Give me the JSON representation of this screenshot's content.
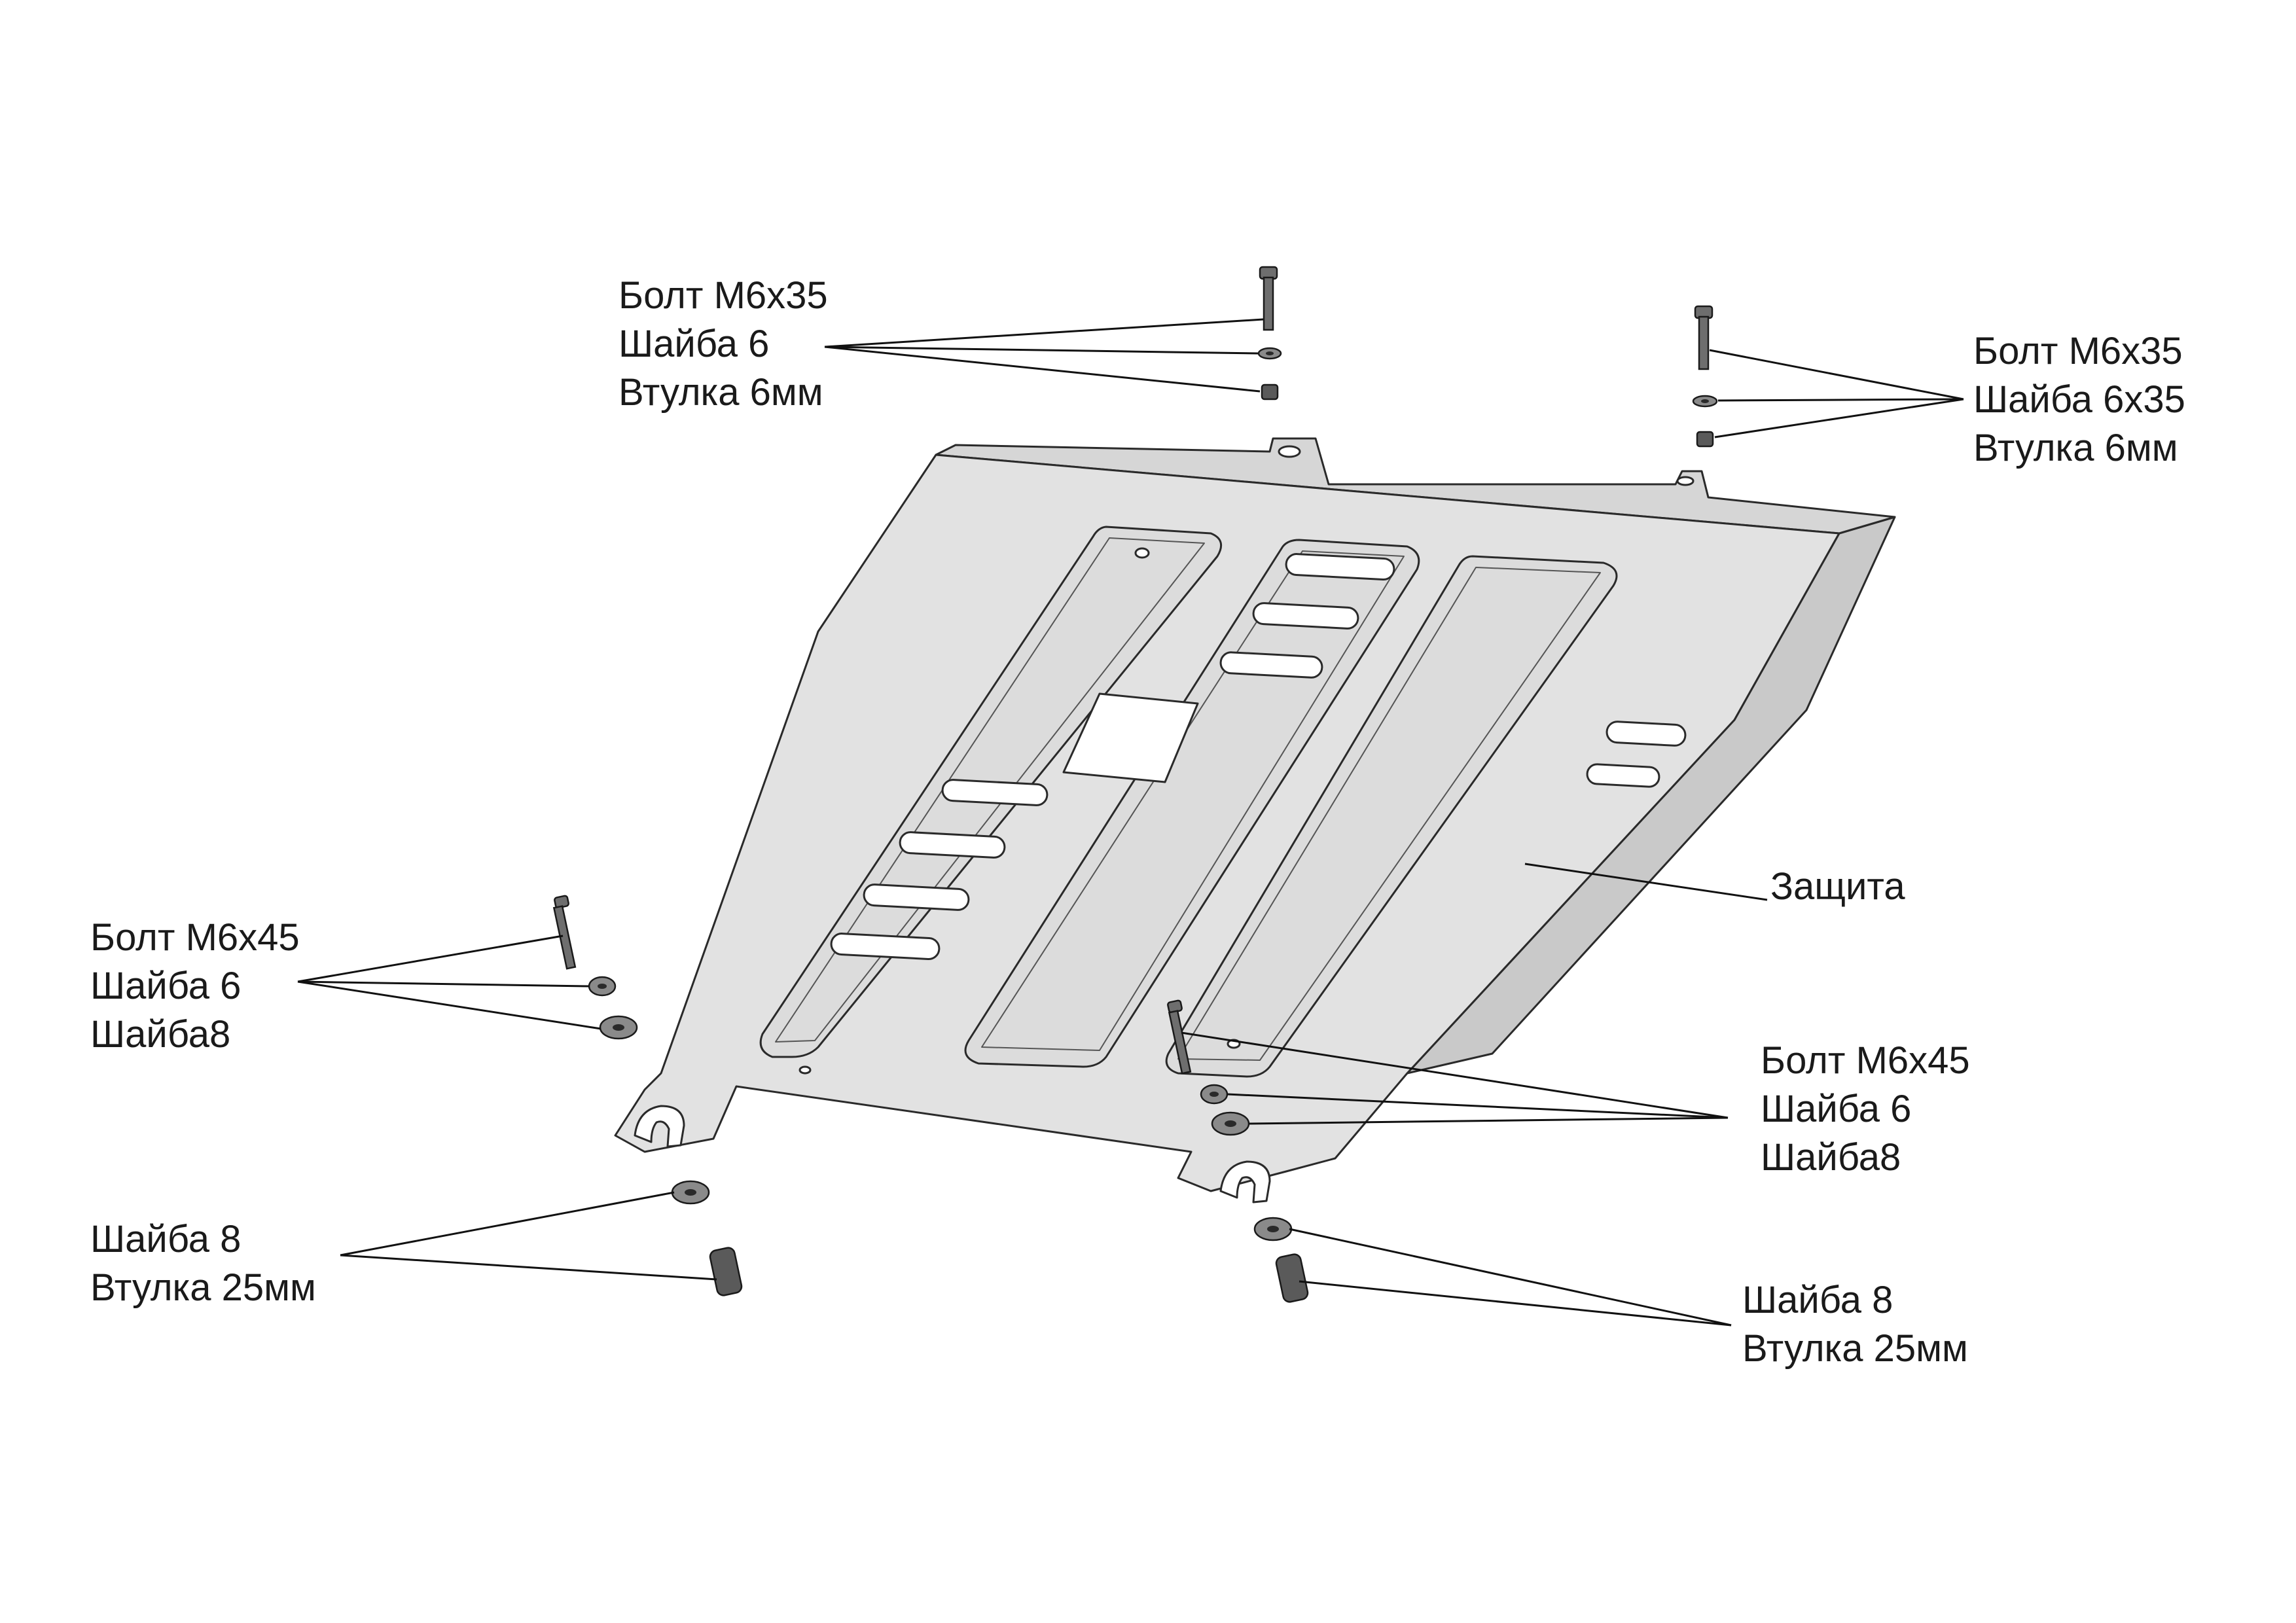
{
  "labels": {
    "top_center": {
      "line1": "Болт М6х35",
      "line2": "Шайба 6",
      "line3": "Втулка 6мм"
    },
    "top_right": {
      "line1": "Болт М6х35",
      "line2": "Шайба 6х35",
      "line3": "Втулка 6мм"
    },
    "guard": {
      "line1": "Защита"
    },
    "left_middle": {
      "line1": "Болт М6х45",
      "line2": "Шайба 6",
      "line3": "Шайба8"
    },
    "right_middle": {
      "line1": "Болт М6х45",
      "line2": "Шайба 6",
      "line3": "Шайба8"
    },
    "bottom_left": {
      "line1": "Шайба 8",
      "line2": "Втулка 25мм"
    },
    "bottom_right": {
      "line1": "Шайба 8",
      "line2": "Втулка 25мм"
    }
  },
  "colors": {
    "plate": "#e2e2e2",
    "outline": "#2a2a2a",
    "hardware": "#6e6e6e"
  }
}
